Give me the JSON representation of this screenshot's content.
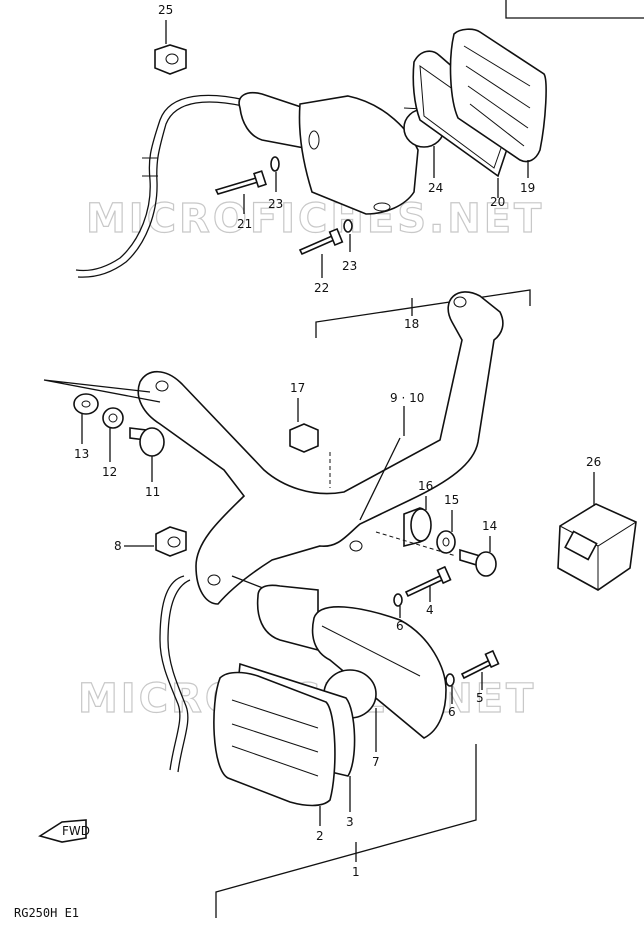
{
  "diagram": {
    "model_code": "RG250H E1",
    "watermark": "MICROFICHES.NET",
    "fwd_label": "FWD",
    "callouts": [
      "25",
      "23",
      "21",
      "24",
      "20",
      "19",
      "23",
      "22",
      "18",
      "17",
      "9 · 10",
      "13",
      "12",
      "11",
      "16",
      "15",
      "14",
      "26",
      "8",
      "4",
      "6",
      "6",
      "5",
      "7",
      "3",
      "2",
      "1"
    ]
  }
}
